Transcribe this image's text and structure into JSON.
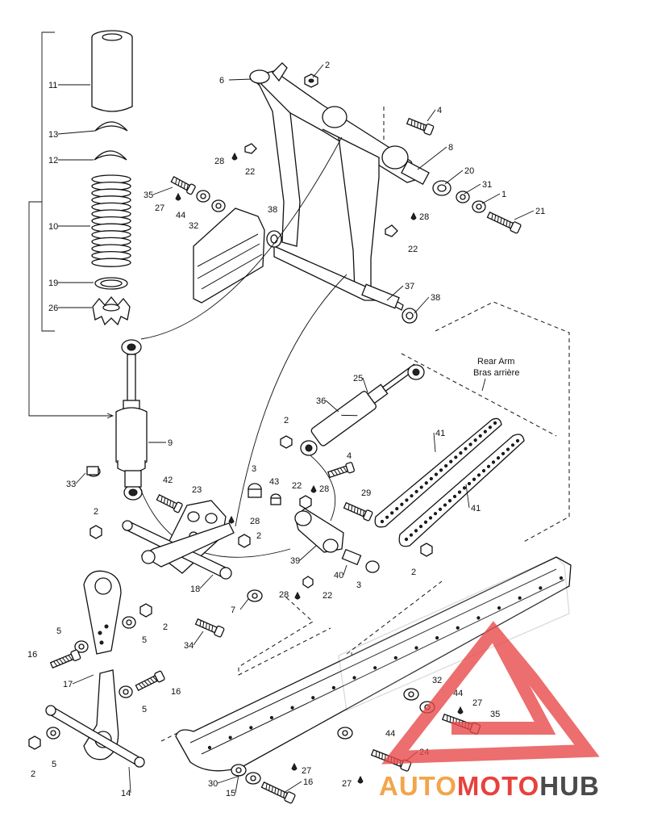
{
  "diagram": {
    "caption": {
      "line1": "Rear Arm",
      "line2": "Bras arrière"
    },
    "watermark": {
      "text_a": "AUTO",
      "text_b": "MOTO",
      "text_c": "HUB",
      "color_a": "#f2a54a",
      "color_b": "#e8413c",
      "color_c": "#4a4a4a",
      "logo_color": "#e84a4a"
    },
    "callouts": [
      {
        "id": "c11",
        "label": "11"
      },
      {
        "id": "c13",
        "label": "13"
      },
      {
        "id": "c12",
        "label": "12"
      },
      {
        "id": "c10",
        "label": "10"
      },
      {
        "id": "c19",
        "label": "19"
      },
      {
        "id": "c26",
        "label": "26"
      },
      {
        "id": "c9",
        "label": "9"
      },
      {
        "id": "c33",
        "label": "33"
      },
      {
        "id": "c2a",
        "label": "2"
      },
      {
        "id": "c6",
        "label": "6"
      },
      {
        "id": "c2b",
        "label": "2"
      },
      {
        "id": "c4a",
        "label": "4"
      },
      {
        "id": "c8",
        "label": "8"
      },
      {
        "id": "c20",
        "label": "20"
      },
      {
        "id": "c31",
        "label": "31"
      },
      {
        "id": "c1",
        "label": "1"
      },
      {
        "id": "c21",
        "label": "21"
      },
      {
        "id": "c28a",
        "label": "28"
      },
      {
        "id": "c22a",
        "label": "22"
      },
      {
        "id": "c35a",
        "label": "35"
      },
      {
        "id": "c27a",
        "label": "27"
      },
      {
        "id": "c44a",
        "label": "44"
      },
      {
        "id": "c32a",
        "label": "32"
      },
      {
        "id": "c38a",
        "label": "38"
      },
      {
        "id": "c28b",
        "label": "28"
      },
      {
        "id": "c22b",
        "label": "22"
      },
      {
        "id": "c37",
        "label": "37"
      },
      {
        "id": "c38b",
        "label": "38"
      },
      {
        "id": "c25",
        "label": "25"
      },
      {
        "id": "c36",
        "label": "36"
      },
      {
        "id": "c2c",
        "label": "2"
      },
      {
        "id": "c4b",
        "label": "4"
      },
      {
        "id": "c41a",
        "label": "41"
      },
      {
        "id": "c41b",
        "label": "41"
      },
      {
        "id": "c42",
        "label": "42"
      },
      {
        "id": "c23",
        "label": "23"
      },
      {
        "id": "c3a",
        "label": "3"
      },
      {
        "id": "c43",
        "label": "43"
      },
      {
        "id": "c22c",
        "label": "22"
      },
      {
        "id": "c28c",
        "label": "28"
      },
      {
        "id": "c28d",
        "label": "28"
      },
      {
        "id": "c2d",
        "label": "2"
      },
      {
        "id": "c29",
        "label": "29"
      },
      {
        "id": "c18",
        "label": "18"
      },
      {
        "id": "c39",
        "label": "39"
      },
      {
        "id": "c40",
        "label": "40"
      },
      {
        "id": "c3b",
        "label": "3"
      },
      {
        "id": "c2e",
        "label": "2"
      },
      {
        "id": "c7",
        "label": "7"
      },
      {
        "id": "c28e",
        "label": "28"
      },
      {
        "id": "c22d",
        "label": "22"
      },
      {
        "id": "c34",
        "label": "34"
      },
      {
        "id": "c5a",
        "label": "5"
      },
      {
        "id": "c2f",
        "label": "2"
      },
      {
        "id": "c5b",
        "label": "5"
      },
      {
        "id": "c16a",
        "label": "16"
      },
      {
        "id": "c17",
        "label": "17"
      },
      {
        "id": "c16b",
        "label": "16"
      },
      {
        "id": "c5c",
        "label": "5"
      },
      {
        "id": "c5d",
        "label": "5"
      },
      {
        "id": "c2g",
        "label": "2"
      },
      {
        "id": "c14",
        "label": "14"
      },
      {
        "id": "c32b",
        "label": "32"
      },
      {
        "id": "c44b",
        "label": "44"
      },
      {
        "id": "c27b",
        "label": "27"
      },
      {
        "id": "c35b",
        "label": "35"
      },
      {
        "id": "c44c",
        "label": "44"
      },
      {
        "id": "c24",
        "label": "24"
      },
      {
        "id": "c27c",
        "label": "27"
      },
      {
        "id": "c30",
        "label": "30"
      },
      {
        "id": "c15",
        "label": "15"
      },
      {
        "id": "c27d",
        "label": "27"
      },
      {
        "id": "c16c",
        "label": "16"
      }
    ]
  }
}
